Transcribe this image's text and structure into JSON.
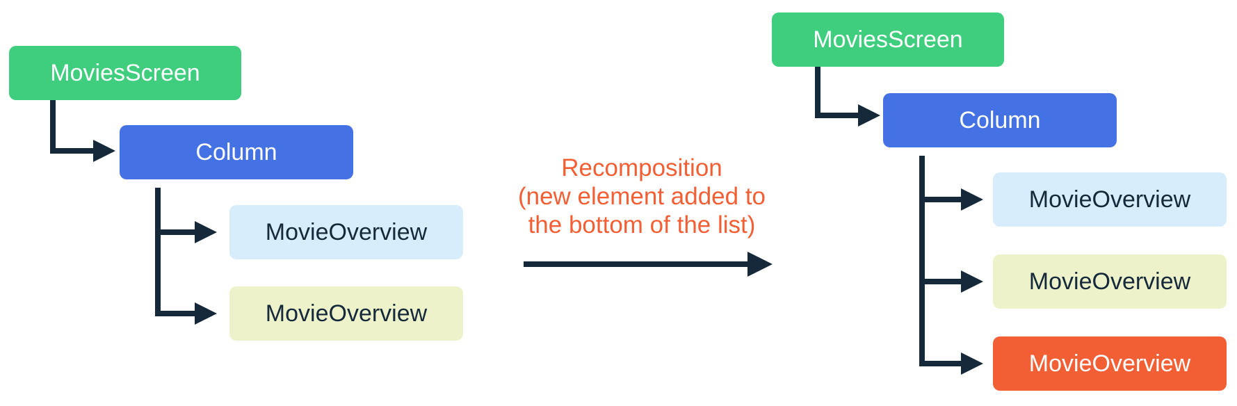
{
  "colors": {
    "node_green": "#3fce7e",
    "node_blue": "#4472e5",
    "node_light_blue": "#d7edfb",
    "node_light_yellow": "#edf2cb",
    "node_orange_new": "#f25f35",
    "connector_dark": "#16293b",
    "caption_orange": "#f25f35",
    "text_on_dark_nodes": "#ffffff",
    "text_on_light_nodes": "#16293b",
    "background": "#ffffff"
  },
  "left_tree": {
    "nodes": [
      {
        "id": "movies-screen",
        "label": "MoviesScreen",
        "color": "#3fce7e"
      },
      {
        "id": "column",
        "label": "Column",
        "color": "#4472e5"
      },
      {
        "id": "movie-overview-1",
        "label": "MovieOverview",
        "color": "#d7edfb"
      },
      {
        "id": "movie-overview-2",
        "label": "MovieOverview",
        "color": "#edf2cb"
      }
    ]
  },
  "right_tree": {
    "nodes": [
      {
        "id": "movies-screen",
        "label": "MoviesScreen",
        "color": "#3fce7e"
      },
      {
        "id": "column",
        "label": "Column",
        "color": "#4472e5"
      },
      {
        "id": "movie-overview-1",
        "label": "MovieOverview",
        "color": "#d7edfb"
      },
      {
        "id": "movie-overview-2",
        "label": "MovieOverview",
        "color": "#edf2cb"
      },
      {
        "id": "movie-overview-3-new",
        "label": "MovieOverview",
        "color": "#f25f35"
      }
    ]
  },
  "caption": {
    "lines": [
      "Recomposition",
      "(new element added to",
      "the bottom of the list)"
    ]
  }
}
